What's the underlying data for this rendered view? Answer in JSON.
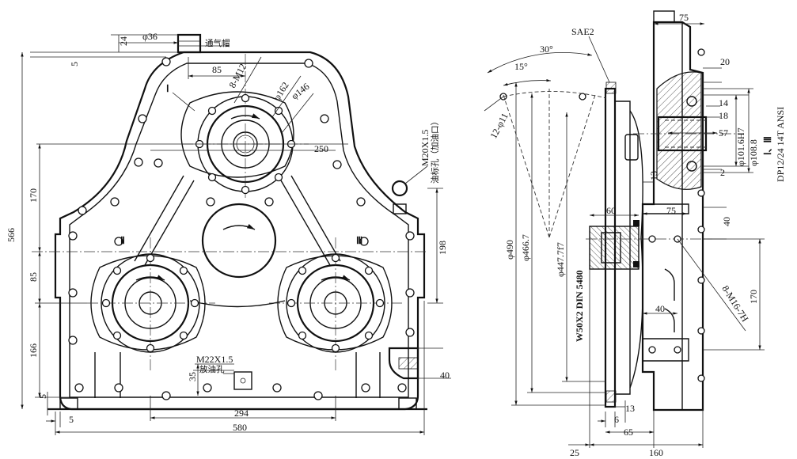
{
  "front_view": {
    "callouts": {
      "breather": "通气帽",
      "oil_level": "油标孔（加油口）",
      "oil_level_thread": "M20X1.5",
      "drain": "放油孔",
      "drain_thread": "M22X1.5"
    },
    "shaft_labels": {
      "shaft_1": "Ⅰ",
      "shaft_2": "Ⅱ",
      "shaft_3": "Ⅲ"
    },
    "dimensions": {
      "breather_dia": "φ36",
      "breather_height": "24",
      "top_offset": "5",
      "breather_offset": "85",
      "bolt_pattern": "8-M12",
      "flange_162": "φ162",
      "flange_146": "φ146",
      "shaft_spacing_250": "250",
      "total_height": "566",
      "upper_170": "170",
      "mid_85": "85",
      "lower_166": "166",
      "bottom_5": "5",
      "left_5": "5",
      "right_198": "198",
      "drain_35": "35",
      "shaft_spacing_294": "294",
      "total_width": "580",
      "lug_40": "40"
    }
  },
  "side_view": {
    "dimensions": {
      "sae": "SAE2",
      "angle_30": "30°",
      "angle_15": "15°",
      "holes_12": "12-φ11",
      "top_75": "75",
      "d_20": "20",
      "d_14": "14",
      "d_18": "18",
      "fit_1016": "φ101.6H7",
      "d_1088": "φ108.8",
      "d_57": "57",
      "d_2": "2",
      "shaft_ref": "Ⅰ、Ⅲ",
      "spline_ansi": "DP12/24 14T ANSI",
      "d_13_upper": "13",
      "d_75_mid": "75",
      "d_40_right": "40",
      "d_60": "60",
      "phi_490": "φ490",
      "phi_4667": "φ466.7",
      "phi_4477": "φ447.7f7",
      "spline_din": "W50X2 DIN 5480",
      "d_40_inner": "40",
      "bolts_16": "8-M16-7H",
      "d_170": "170",
      "d_13_lower": "13",
      "d_6": "6",
      "d_65": "65",
      "d_25": "25",
      "d_160": "160"
    }
  }
}
